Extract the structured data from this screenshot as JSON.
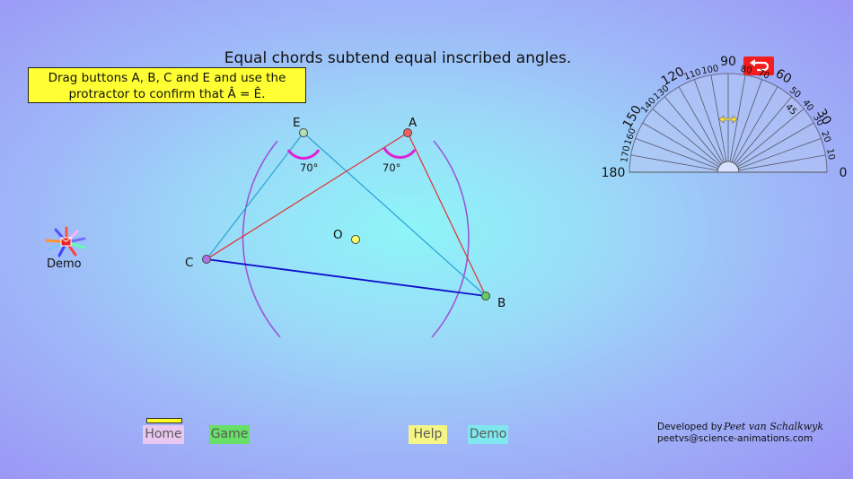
{
  "title": "Equal chords subtend equal inscribed angles.",
  "instruction": "Drag buttons A, B, C and E and use the protractor to confirm that Â = Ê.",
  "points": {
    "A": "A",
    "B": "B",
    "C": "C",
    "E": "E",
    "O": "O"
  },
  "angles": {
    "A": "70°",
    "E": "70°"
  },
  "protractor": {
    "outer_labels": [
      "180",
      "150",
      "120",
      "90",
      "60",
      "30",
      "0"
    ],
    "inner_labels": [
      "10",
      "20",
      "30",
      "40",
      "45",
      "50",
      "70",
      "80",
      "100",
      "110",
      "130",
      "140",
      "160",
      "170"
    ]
  },
  "side_demo_label": "Demo",
  "nav": {
    "home": "Home",
    "game": "Game",
    "help": "Help",
    "demo": "Demo"
  },
  "credits": {
    "developed_by": "Developed by",
    "name": "Peet van Schalkwyk",
    "email": "peetvs@science-animations.com"
  },
  "colors": {
    "accent_red": "#f41c1c",
    "instruction_bg": "#ffff33",
    "arc": "#9b55d8",
    "angle_marker": "#e020d8",
    "chord_blue": "#1010cc",
    "line_red": "#e03030",
    "line_teal": "#2aa0d8"
  }
}
